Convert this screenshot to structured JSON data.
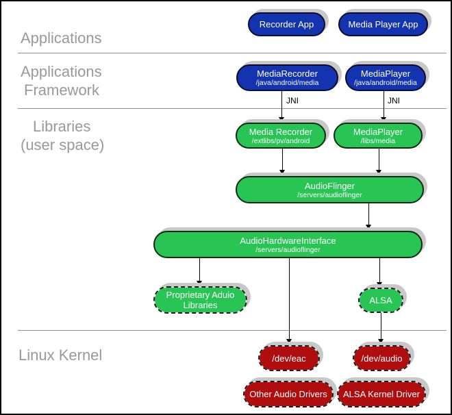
{
  "colors": {
    "blue": "#1334ae",
    "green": "#28c554",
    "red": "#b00e0e",
    "shadow": "#c8c8c8",
    "label": "#999999",
    "divider": "#909090",
    "line": "#000000"
  },
  "sections": [
    {
      "lines": [
        "Applications"
      ]
    },
    {
      "lines": [
        "Applications",
        "Framework"
      ]
    },
    {
      "lines": [
        "Libraries",
        "(user space)"
      ]
    },
    {
      "lines": [
        "Linux Kernel"
      ]
    }
  ],
  "nodes": [
    {
      "id": "recorder-app",
      "title": "Recorder App",
      "color": "blue"
    },
    {
      "id": "media-player-app",
      "title": "Media Player App",
      "color": "blue"
    },
    {
      "id": "media-recorder-framework",
      "title": "MediaRecorder",
      "subtitle": "/java/android/media",
      "color": "blue"
    },
    {
      "id": "media-player-framework",
      "title": "MediaPlayer",
      "subtitle": "/java/android/media",
      "color": "blue"
    },
    {
      "id": "media-recorder-library",
      "title": "Media Recorder",
      "subtitle": "/extlibs/pv/android",
      "color": "green"
    },
    {
      "id": "media-player-library",
      "title": "MediaPlayer",
      "subtitle": "/libs/media",
      "color": "green"
    },
    {
      "id": "audioflinger",
      "title": "AudioFlinger",
      "subtitle": "/servers/audioflinger",
      "color": "green"
    },
    {
      "id": "audio-hardware-interface",
      "title": "AudioHardwareInterface",
      "subtitle": "/servers/audioflinger",
      "color": "green"
    },
    {
      "id": "proprietary-audio-libraries",
      "title": "Proprietary Aduio Libraries",
      "color": "green",
      "dashed": true
    },
    {
      "id": "alsa",
      "title": "ALSA",
      "color": "green",
      "dashed": true
    },
    {
      "id": "dev-eac",
      "title": "/dev/eac",
      "color": "red",
      "dashed": true
    },
    {
      "id": "dev-audio",
      "title": "/dev/audio",
      "color": "red",
      "dashed": true
    },
    {
      "id": "other-audio-drivers",
      "title": "Other Audio Drivers",
      "color": "red",
      "dashed": true
    },
    {
      "id": "alsa-kernel-driver",
      "title": "ALSA Kernel Driver",
      "color": "red",
      "dashed": true
    }
  ],
  "edge_labels": [
    {
      "text": "JNI"
    },
    {
      "text": "JNI"
    }
  ]
}
